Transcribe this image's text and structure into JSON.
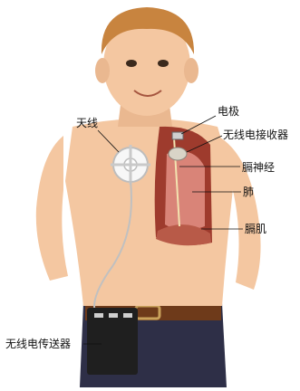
{
  "labels": {
    "antenna": "天线",
    "electrode": "电极",
    "receiver": "无线电接收器",
    "phrenic_nerve": "膈神经",
    "lung": "肺",
    "diaphragm": "膈肌",
    "transmitter": "无线电传送器"
  },
  "colors": {
    "skin": "#f4c7a1",
    "hair": "#c8843f",
    "lung": "#d98478",
    "cavity": "#9e3b2d",
    "pants": "#2e2f47",
    "belt": "#6e3a1a",
    "device": "#1f1f1f"
  }
}
